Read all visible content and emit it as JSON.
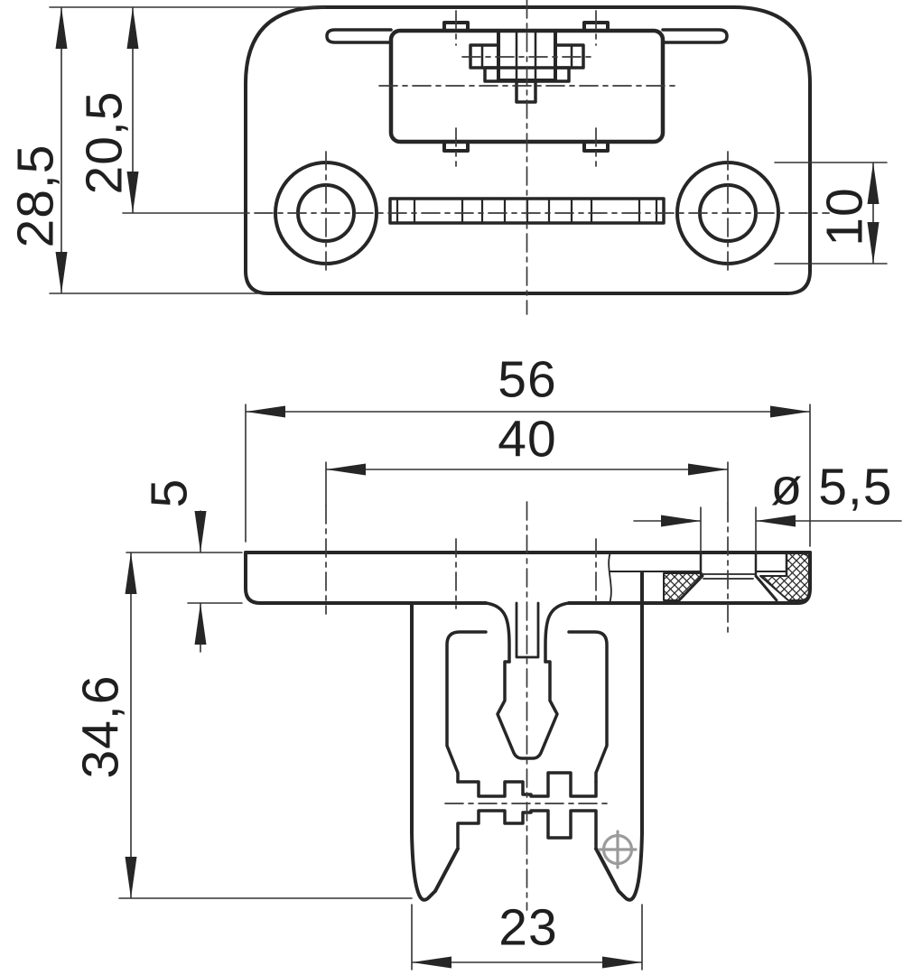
{
  "drawing": {
    "type": "mechanical engineering drawing, two orthographic views of a snap-in actuator / mounting plate",
    "views": {
      "top": "top view with two counterbored mounting holes, central window with spring mechanism and serrated strip",
      "front": "front sectional view with flange, countersunk hole section and snap-fit legs"
    },
    "dimensions": {
      "overall_height": {
        "label": "28,5",
        "orientation": "vertical"
      },
      "hole_center_from_top": {
        "label": "20,5",
        "orientation": "vertical"
      },
      "boss_diameter": {
        "label": "10",
        "orientation": "vertical"
      },
      "flange_width": {
        "label": "56",
        "orientation": "horizontal"
      },
      "hole_spacing": {
        "label": "40",
        "orientation": "horizontal"
      },
      "hole_diameter": {
        "label": "ø 5,5",
        "orientation": "horizontal"
      },
      "flange_thickness": {
        "label": "5",
        "orientation": "vertical"
      },
      "body_height": {
        "label": "34,6",
        "orientation": "vertical"
      },
      "body_width": {
        "label": "23",
        "orientation": "horizontal"
      }
    },
    "colors": {
      "line": "#262626",
      "thin_line": "#333333",
      "marker_gray": "#9b9b9b",
      "background": "#ffffff"
    }
  }
}
